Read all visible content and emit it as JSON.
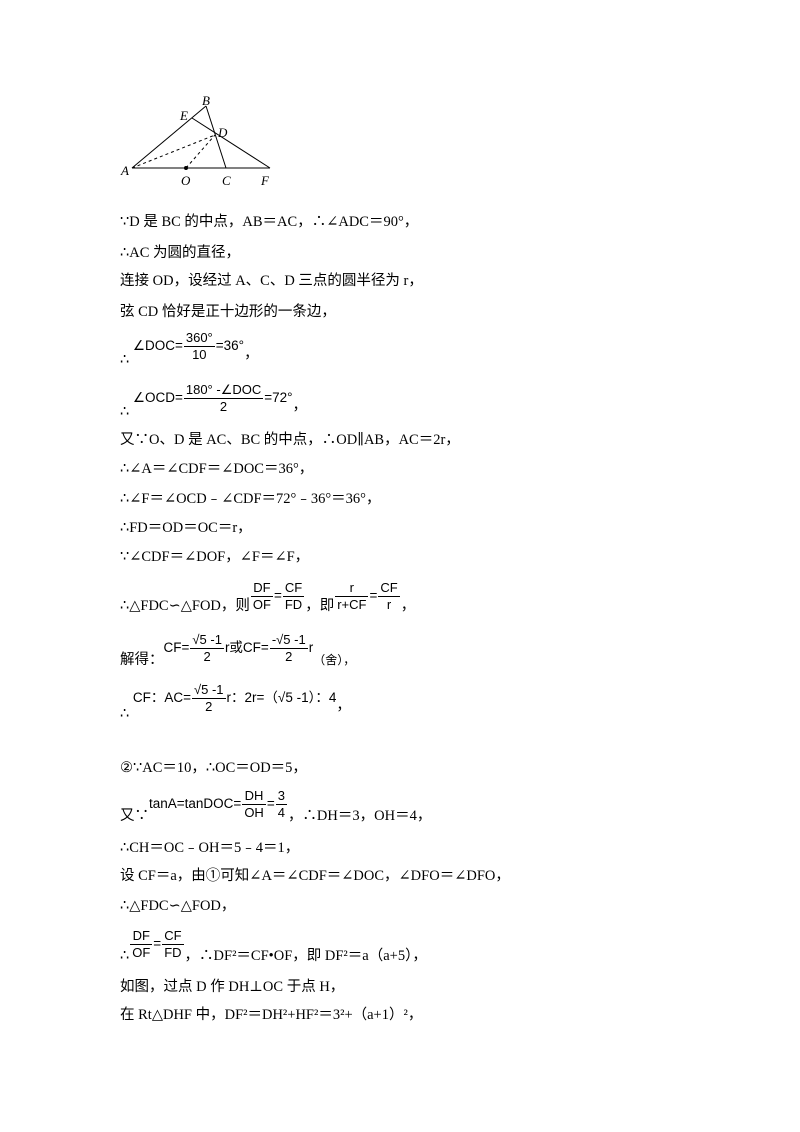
{
  "figure": {
    "labels": [
      "A",
      "B",
      "C",
      "D",
      "E",
      "F",
      "O"
    ]
  },
  "lines": {
    "l1": "∵D 是 BC 的中点，AB＝AC，∴∠ADC＝90°，",
    "l2": "∴AC 为圆的直径，",
    "l3": "连接 OD，设经过 A、C、D 三点的圆半径为 r，",
    "l4": "弦 CD 恰好是正十边形的一条边，",
    "l5_pre": "∴",
    "l5_lhs": "∠DOC=",
    "l5_num": "360°",
    "l5_den": "10",
    "l5_rhs": "=36°",
    "l5_post": "，",
    "l6_pre": "∴",
    "l6_lhs": "∠OCD=",
    "l6_num": "180° -∠DOC",
    "l6_den": "2",
    "l6_rhs": "=72°",
    "l6_post": "，",
    "l7": "又∵O、D 是 AC、BC 的中点，∴OD∥AB，AC＝2r，",
    "l8": "∴∠A＝∠CDF＝∠DOC＝36°，",
    "l9": "∴∠F＝∠OCD﹣∠CDF＝72°﹣36°＝36°，",
    "l10": "∴FD＝OD＝OC＝r，",
    "l11": "∵∠CDF＝∠DOF，∠F＝∠F，",
    "l12_pre": "∴△FDC∽△FOD，则",
    "l12_n1": "DF",
    "l12_d1": "OF",
    "l12_eq": "=",
    "l12_n2": "CF",
    "l12_d2": "FD",
    "l12_mid": "，即",
    "l12_n3": "r",
    "l12_d3": "r+CF",
    "l12_eq2": "=",
    "l12_n4": "CF",
    "l12_d4": "r",
    "l12_post": "，",
    "l13_pre": "解得：",
    "l13_cf": "CF=",
    "l13_n1": "√5 -1",
    "l13_d1": "2",
    "l13_mid": "r或CF=",
    "l13_n2": "-√5 -1",
    "l13_d2": "2",
    "l13_r": "r",
    "l13_post": "（舍），",
    "l14_pre": "∴",
    "l14_a": "CF：AC=",
    "l14_n": "√5 -1",
    "l14_d": "2",
    "l14_b": "r：2r=（√5 -1）：4",
    "l14_post": "，",
    "l15": "②∵AC＝10，∴OC＝OD＝5，",
    "l16_pre": "又∵",
    "l16_a": "tanA=tanDOC=",
    "l16_n1": "DH",
    "l16_d1": "OH",
    "l16_eq": "=",
    "l16_n2": "3",
    "l16_d2": "4",
    "l16_post": "，∴DH＝3，OH＝4，",
    "l17": "∴CH＝OC﹣OH＝5﹣4＝1，",
    "l18": "设 CF＝a，由①可知∠A＝∠CDF＝∠DOC，∠DFO＝∠DFO，",
    "l19": "∴△FDC∽△FOD，",
    "l20_pre": "∴",
    "l20_n1": "DF",
    "l20_d1": "OF",
    "l20_eq": "=",
    "l20_n2": "CF",
    "l20_d2": "FD",
    "l20_post": "，∴DF²＝CF•OF，即 DF²＝a（a+5），",
    "l21": "如图，过点 D 作 DH⊥OC 于点 H，",
    "l22": "在 Rt△DHF 中，DF²＝DH²+HF²＝3²+（a+1）²，"
  }
}
